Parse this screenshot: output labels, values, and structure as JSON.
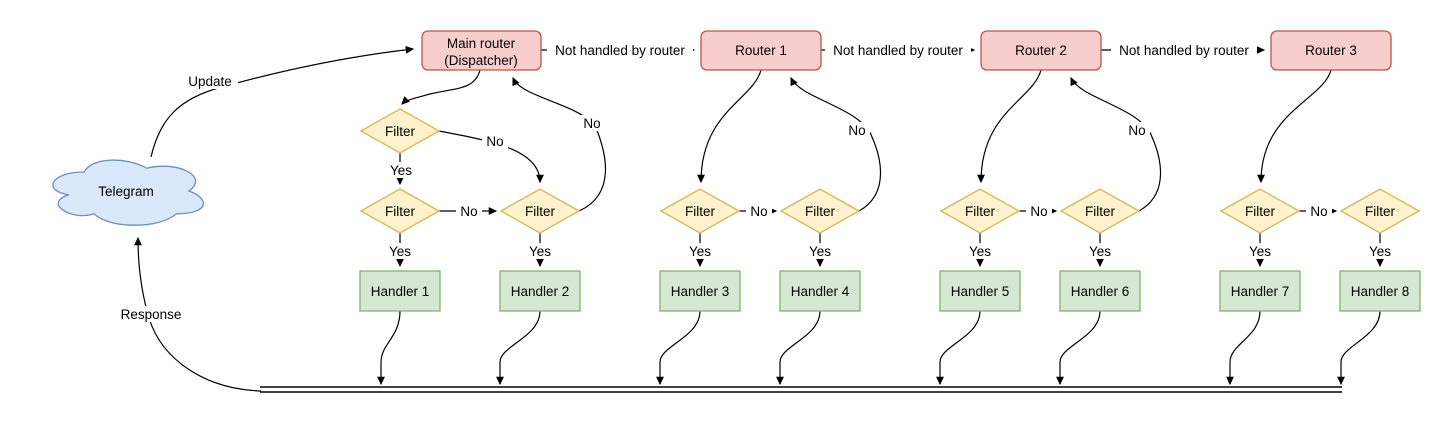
{
  "colors": {
    "canvas_bg": "#ffffff",
    "edge_color": "#000000",
    "text_color": "#000000",
    "router_fill": "#f8cecc",
    "router_stroke": "#b85450",
    "filter_fill": "#fff2cc",
    "filter_stroke": "#d6b656",
    "handler_fill": "#d5e8d4",
    "handler_stroke": "#82b366",
    "cloud_fill": "#dae8fc",
    "cloud_stroke": "#6c8ebf"
  },
  "nodes": {
    "telegram": "Telegram",
    "main_router_line1": "Main router",
    "main_router_line2": "(Dispatcher)",
    "routers": [
      "Router 1",
      "Router 2",
      "Router 3"
    ],
    "filter": "Filter",
    "handlers": [
      "Handler 1",
      "Handler 2",
      "Handler 3",
      "Handler 4",
      "Handler 5",
      "Handler 6",
      "Handler 7",
      "Handler 8"
    ]
  },
  "labels": {
    "update": "Update",
    "response": "Response",
    "not_handled": "Not handled by router",
    "yes": "Yes",
    "no": "No"
  }
}
